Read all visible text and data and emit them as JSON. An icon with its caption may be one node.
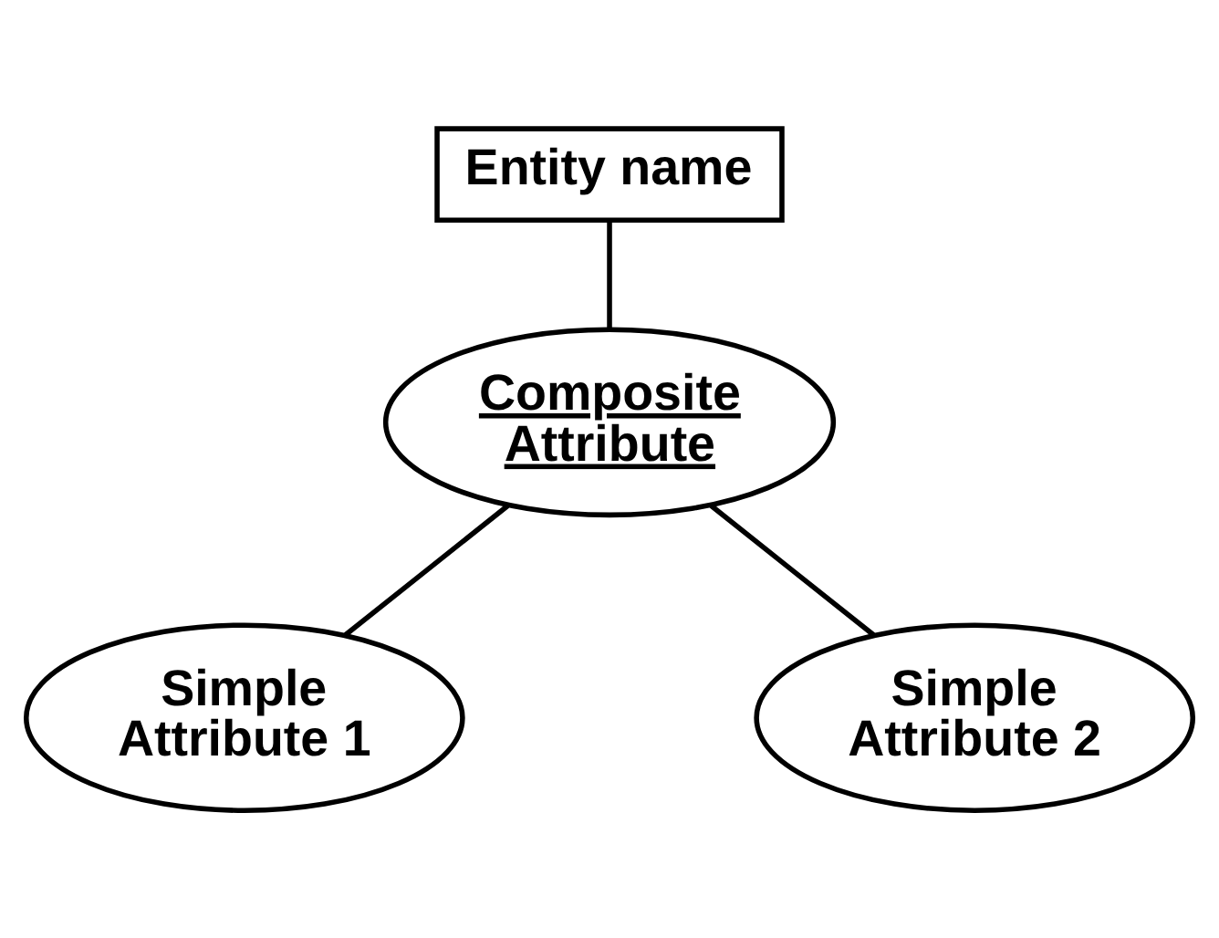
{
  "diagram": {
    "nodes": [
      {
        "text": [
          "Entity name"
        ]
      },
      {
        "text": [
          "Composite Attribute"
        ]
      },
      {
        "text": [
          "Simple Attribute 1"
        ]
      },
      {
        "text": [
          "Simple Attribute 2"
        ]
      }
    ],
    "edges": [
      {
        "from": 0,
        "to": 1,
        "arrow": "none"
      },
      {
        "from": 1,
        "to": 2,
        "arrow": "none"
      },
      {
        "from": 1,
        "to": 3,
        "arrow": "none"
      }
    ]
  }
}
